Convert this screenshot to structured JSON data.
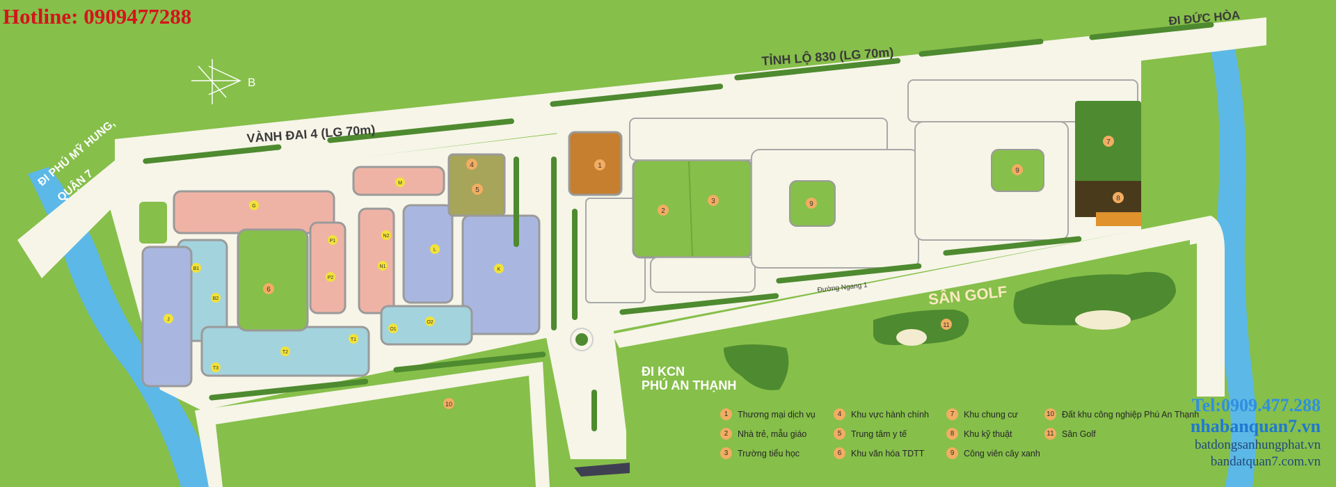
{
  "hotline": "Hotline: 0909477288",
  "contact": {
    "tel": "Tel:0909.477.288",
    "site1": "nhabanquan7.vn",
    "site2": "batdongsanhungphat.vn",
    "site3": "bandatquan7.com.vn"
  },
  "roads": {
    "tinh_lo": "TỈNH LỘ 830 (LG 70m)",
    "vanh_dai": "VÀNH ĐAI 4 (LG 70m)",
    "di_duc_hoa": "ĐI ĐỨC HÒA",
    "di_phu_my_hung_1": "ĐI PHÚ MỸ HUNG,",
    "di_phu_my_hung_2": "QUẬN 7",
    "di_kcn_1": "ĐI KCN",
    "di_kcn_2": "PHÚ AN THẠNH",
    "san_golf": "SÂN GOLF",
    "duong_ngang": "Đường Ngang 1"
  },
  "compass_label": "B",
  "legend": [
    {
      "num": "1",
      "label": "Thương mại dịch vụ"
    },
    {
      "num": "2",
      "label": "Nhà trẻ, mẫu giáo"
    },
    {
      "num": "3",
      "label": "Trường tiểu học"
    },
    {
      "num": "4",
      "label": "Khu vực hành chính"
    },
    {
      "num": "5",
      "label": "Trung tâm y tế"
    },
    {
      "num": "6",
      "label": "Khu văn hóa TDTT"
    },
    {
      "num": "7",
      "label": "Khu chung cư"
    },
    {
      "num": "8",
      "label": "Khu kỹ thuật"
    },
    {
      "num": "9",
      "label": "Công viên cây xanh"
    },
    {
      "num": "10",
      "label": "Đất khu công nghiệp Phú An Thạnh"
    },
    {
      "num": "11",
      "label": "Sân Golf"
    }
  ],
  "block_letters": {
    "g": "G",
    "m": "M",
    "b1": "B1",
    "b2": "B2",
    "p1": "P1",
    "p2": "P2",
    "n2": "N2",
    "n1": "N1",
    "l": "L",
    "k": "K",
    "j": "J",
    "o1": "O1",
    "o2": "O2",
    "t2": "T2",
    "t1": "T1",
    "t3": "T3"
  },
  "map_numbers": {
    "n1": "1",
    "n2": "2",
    "n3": "3",
    "n4": "4",
    "n5": "5",
    "n6": "6",
    "n7": "7",
    "n8": "8",
    "n9a": "9",
    "n9b": "9",
    "n10": "10",
    "n11": "11"
  },
  "colors": {
    "grass": "#86bf4a",
    "road": "#f6f5e8",
    "river": "#5cb8e6",
    "golf_dark": "#4e8a2f",
    "commercial": "#c67f2e",
    "red_text": "#d4141b"
  }
}
